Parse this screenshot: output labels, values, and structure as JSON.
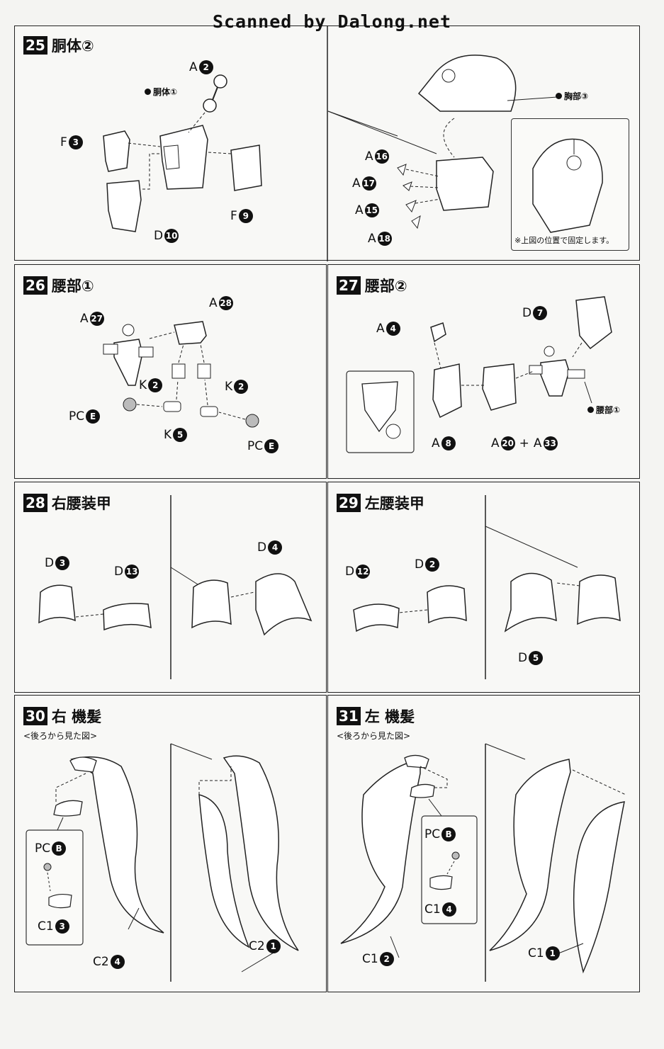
{
  "watermark": "Scanned by Dalong.net",
  "steps": [
    {
      "num": "25",
      "title": "胴体②",
      "labels": {
        "a2": "A",
        "f3": "F",
        "f9": "F",
        "d10": "D",
        "a16": "A",
        "a17": "A",
        "a15": "A",
        "a18": "A"
      },
      "circles": {
        "a2": "2",
        "f3": "3",
        "f9": "9",
        "d10": "10",
        "a16": "16",
        "a17": "17",
        "a15": "15",
        "a18": "18"
      },
      "refs": {
        "body1": "胴体①",
        "chest3": "胸部③"
      },
      "note": "※上図の位置で固定します。"
    },
    {
      "num": "26",
      "title": "腰部①",
      "labels": {
        "a27": "A",
        "a28": "A",
        "k2a": "K",
        "k2b": "K",
        "pce1": "PC",
        "k5": "K",
        "pce2": "PC"
      },
      "circles": {
        "a27": "27",
        "a28": "28",
        "k2a": "2",
        "k2b": "2",
        "pce1": "E",
        "k5": "5",
        "pce2": "E"
      }
    },
    {
      "num": "27",
      "title": "腰部②",
      "labels": {
        "a4": "A",
        "d7": "D",
        "a8": "A",
        "a20": "A",
        "plus": "+",
        "a33": "A"
      },
      "circles": {
        "a4": "4",
        "d7": "7",
        "a8": "8",
        "a20": "20",
        "a33": "33"
      },
      "refs": {
        "waist1": "腰部①"
      }
    },
    {
      "num": "28",
      "title": "右腰装甲",
      "labels": {
        "d3": "D",
        "d13": "D",
        "d4": "D"
      },
      "circles": {
        "d3": "3",
        "d13": "13",
        "d4": "4"
      }
    },
    {
      "num": "29",
      "title": "左腰装甲",
      "labels": {
        "d12": "D",
        "d2": "D",
        "d5": "D"
      },
      "circles": {
        "d12": "12",
        "d2": "2",
        "d5": "5"
      }
    },
    {
      "num": "30",
      "title": "右 機髪",
      "subtitle": "<後ろから見た図>",
      "labels": {
        "pcb": "PC",
        "c13": "C1",
        "c24": "C2",
        "c21": "C2"
      },
      "circles": {
        "pcb": "B",
        "c13": "3",
        "c24": "4",
        "c21": "1"
      }
    },
    {
      "num": "31",
      "title": "左 機髪",
      "subtitle": "<後ろから見た図>",
      "labels": {
        "pcb": "PC",
        "c14": "C1",
        "c12": "C1",
        "c11": "C1"
      },
      "circles": {
        "pcb": "B",
        "c14": "4",
        "c12": "2",
        "c11": "1"
      }
    }
  ]
}
